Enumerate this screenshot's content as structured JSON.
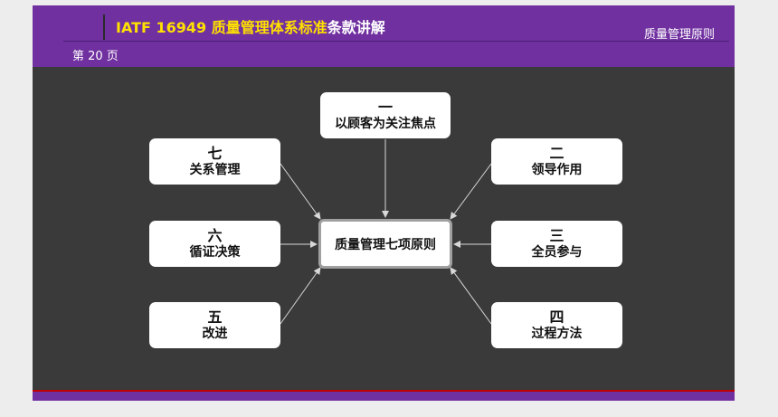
{
  "header": {
    "title_prefix": "IATF 16949 质量管理体系标准",
    "title_suffix": "条款讲解",
    "section": "质量管理原则",
    "page": "第 20 页"
  },
  "colors": {
    "header_bg": "#7030a0",
    "slide_bg": "#3a3a3a",
    "title_accent": "#ffe000",
    "footer_red": "#c00000",
    "node_bg": "#ffffff",
    "center_border": "#a0a0a0"
  },
  "diagram": {
    "center": "质量管理七项原则",
    "principles": [
      {
        "num": "一",
        "label": "以顾客为关注焦点"
      },
      {
        "num": "二",
        "label": "领导作用"
      },
      {
        "num": "三",
        "label": "全员参与"
      },
      {
        "num": "四",
        "label": "过程方法"
      },
      {
        "num": "五",
        "label": "改进"
      },
      {
        "num": "六",
        "label": "循证决策"
      },
      {
        "num": "七",
        "label": "关系管理"
      }
    ]
  }
}
